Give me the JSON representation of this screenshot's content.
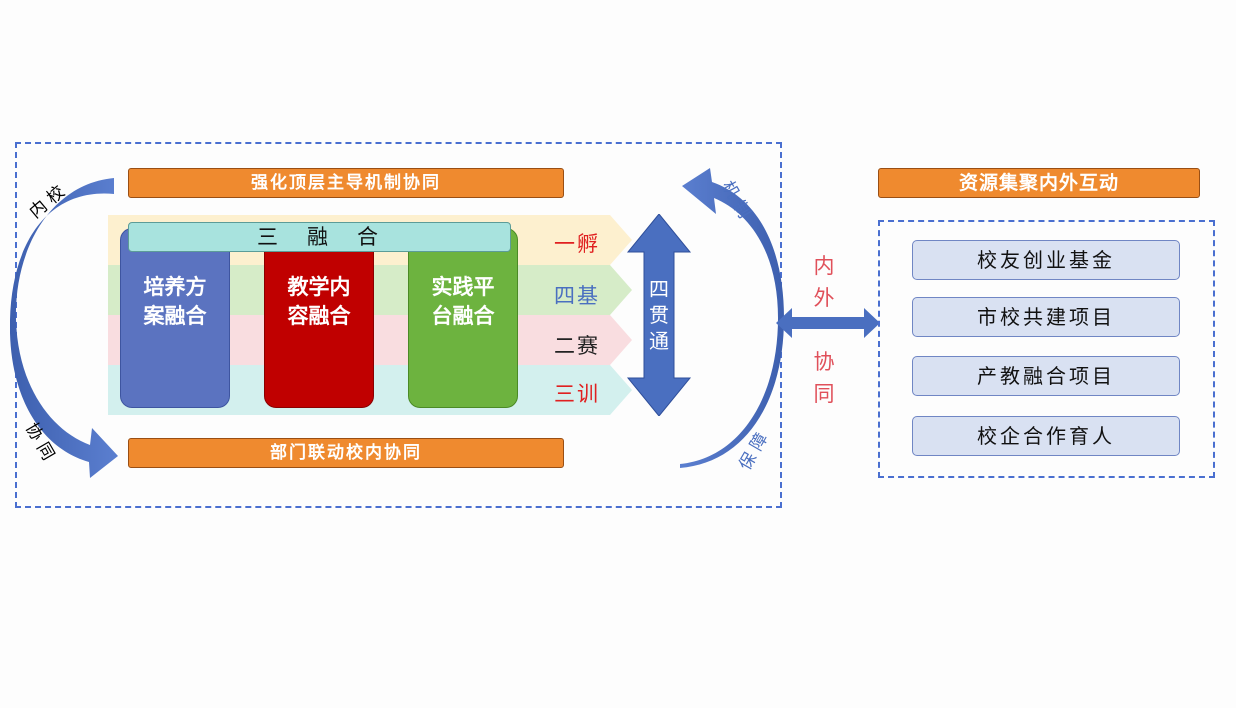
{
  "left_panel": {
    "top_bar": "强化顶层主导机制协同",
    "bottom_bar": "部门联动校内协同",
    "header": "三　融　合",
    "pillars": [
      {
        "label": "培养方案融合",
        "line1": "培养方",
        "line2": "案融合",
        "color": "#5b73c0"
      },
      {
        "label": "教学内容融合",
        "line1": "教学内",
        "line2": "容融合",
        "color": "#c00000"
      },
      {
        "label": "实践平台融合",
        "line1": "实践平",
        "line2": "台融合",
        "color": "#6db33f"
      }
    ],
    "rows": [
      {
        "label": "一孵",
        "color": "#e02020",
        "band": "#fdf0cf"
      },
      {
        "label": "四基",
        "color": "#4a6fc0",
        "band": "#d6ecc8"
      },
      {
        "label": "二赛",
        "color": "#222222",
        "band": "#f9dde0"
      },
      {
        "label": "三训",
        "color": "#e02020",
        "band": "#d3f0ee"
      }
    ],
    "through_label": "四贯通",
    "left_arc_top": [
      "内",
      "校"
    ],
    "left_arc_bottom": [
      "协",
      "同"
    ],
    "right_arc_top": [
      "机",
      "制"
    ],
    "right_arc_bottom": [
      "保",
      "障"
    ]
  },
  "middle": {
    "label_chars": [
      "内",
      "外",
      "协",
      "同"
    ]
  },
  "right_panel": {
    "title": "资源集聚内外互动",
    "items": [
      "校友创业基金",
      "市校共建项目",
      "产教融合项目",
      "校企合作育人"
    ]
  }
}
